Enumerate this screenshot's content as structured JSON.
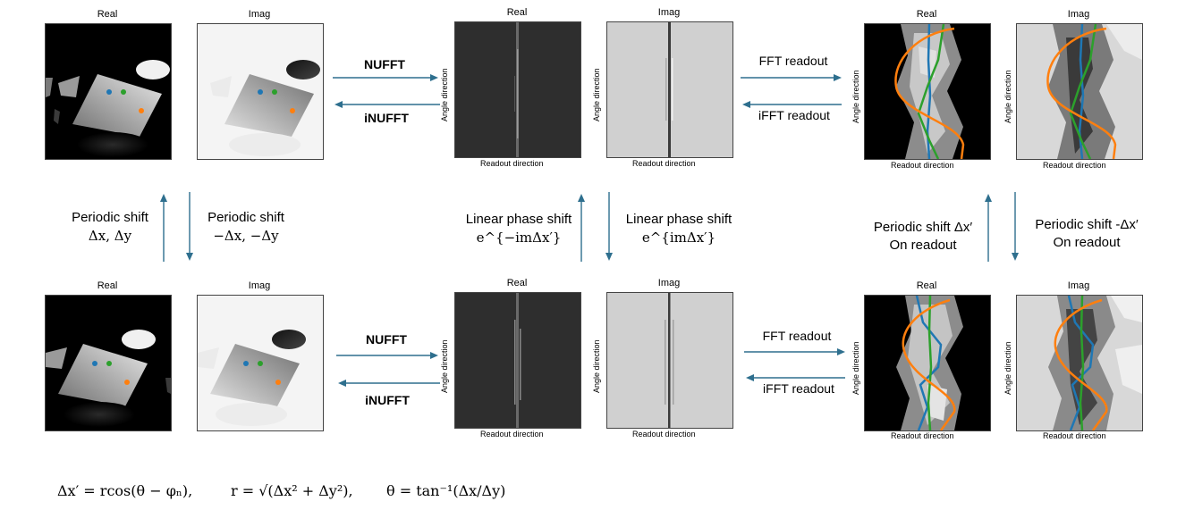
{
  "panel_titles": {
    "real": "Real",
    "imag": "Imag"
  },
  "axis_labels": {
    "readout": "Readout direction",
    "angle": "Angle direction"
  },
  "ops": {
    "nufft": "NUFFT",
    "inufft": "iNUFFT",
    "fft_readout": "FFT readout",
    "ifft_readout": "iFFT readout"
  },
  "shifts": {
    "left_up_l1": "Periodic shift",
    "left_up_l2": "Δx, Δy",
    "left_down_l1": "Periodic shift",
    "left_down_l2": "−Δx, −Δy",
    "mid_up_l1": "Linear phase shift",
    "mid_up_l2": "e^{−imΔx′}",
    "mid_down_l1": "Linear phase shift",
    "mid_down_l2": "e^{imΔx′}",
    "right_up_l1": "Periodic shift Δx′",
    "right_up_l2": "On readout",
    "right_down_l1": "Periodic shift -Δx′",
    "right_down_l2": "On readout"
  },
  "formula": {
    "part1": "Δx′ = rcos(θ − φₙ),",
    "part2": "r = √(Δx² + Δy²),",
    "part3": "θ = tan⁻¹(Δx/Δy)"
  },
  "colors": {
    "blue": "#1f77b4",
    "green": "#2ca02c",
    "orange": "#ff7f0e",
    "arrow": "#2e6f8e"
  }
}
